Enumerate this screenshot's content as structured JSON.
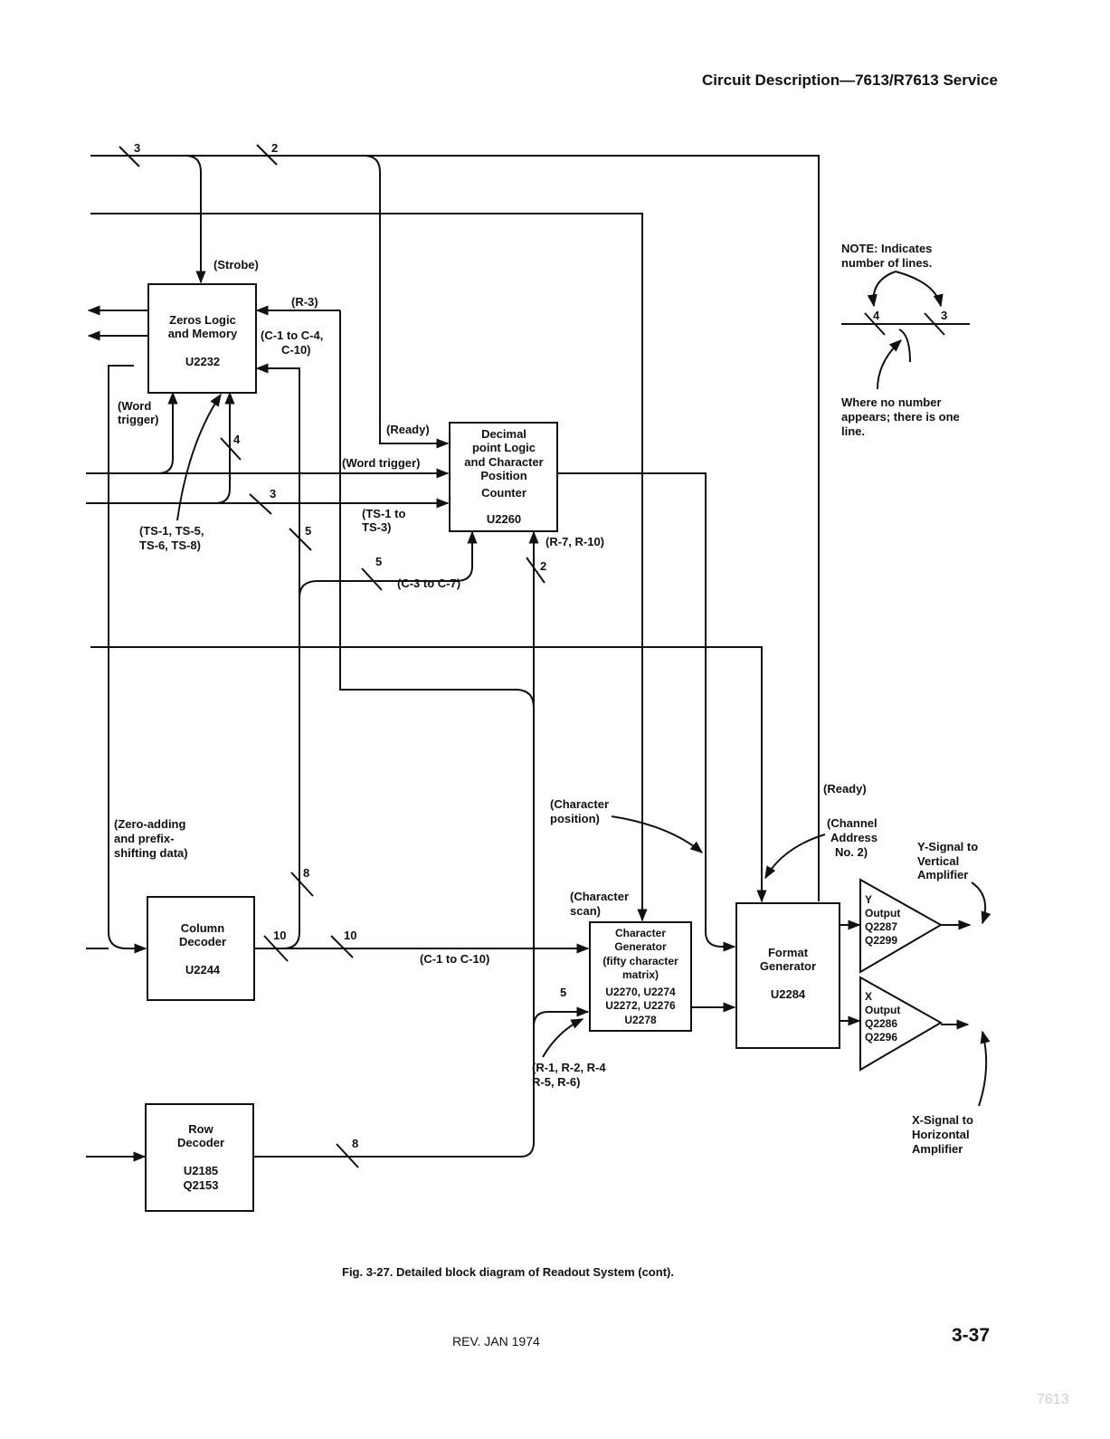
{
  "header": {
    "title": "Circuit Description—7613/R7613 Service"
  },
  "caption": "Fig. 3-27. Detailed block diagram of Readout System (cont).",
  "footer": {
    "revision": "REV. JAN 1974",
    "page_number": "3-37",
    "watermark": "7613"
  },
  "blocks": {
    "zeros": [
      "Zeros Logic",
      "and Memory",
      "",
      "U2232"
    ],
    "decimal": [
      "Decimal",
      "point Logic",
      "and Character",
      "Position",
      "Counter",
      "",
      "U2260"
    ],
    "column": [
      "Column",
      "Decoder",
      "",
      "U2244"
    ],
    "row": [
      "Row",
      "Decoder",
      "",
      "U2185",
      "Q2153"
    ],
    "chargen": [
      "Character",
      "Generator",
      "(fifty character",
      "matrix)",
      "U2270, U2274",
      "U2272, U2276",
      "U2278"
    ],
    "format": [
      "Format",
      "Generator",
      "",
      "U2284"
    ],
    "y_output": [
      "Y",
      "Output",
      "Q2287",
      "Q2299"
    ],
    "x_output": [
      "X",
      "Output",
      "Q2286",
      "Q2296"
    ]
  },
  "signals": {
    "strobe": "(Strobe)",
    "r3": "(R-3)",
    "c1_c4": [
      "(C-1 to C-4,",
      "C-10)"
    ],
    "word_trigger_left": [
      "(Word",
      "trigger)"
    ],
    "ready_top": "(Ready)",
    "word_trigger_mid": "(Word trigger)",
    "ts1_ts3": [
      "(TS-1 to",
      "TS-3)"
    ],
    "ts_list": [
      "(TS-1, TS-5,",
      "TS-6, TS-8)"
    ],
    "c3_c7": "(C-3 to C-7)",
    "r7_r10": "(R-7, R-10)",
    "zero_adding": [
      "(Zero-adding",
      "and prefix-",
      "shifting data)"
    ],
    "c1_c10": "(C-1 to C-10)",
    "char_position": [
      "(Character",
      "position)"
    ],
    "char_scan": [
      "(Character",
      "scan)"
    ],
    "ready_right": "(Ready)",
    "channel_address": [
      "(Channel",
      "Address",
      "No. 2)"
    ],
    "r_list": [
      "(R-1, R-2, R-4",
      "R-5, R-6)"
    ],
    "y_signal": [
      "Y-Signal to",
      "Vertical",
      "Amplifier"
    ],
    "x_signal": [
      "X-Signal to",
      "Horizontal",
      "Amplifier"
    ]
  },
  "line_counts": {
    "top_left": "3",
    "top_mid": "2",
    "zeros_in": "4",
    "ts_bus": "3",
    "left_bus": "5",
    "c3_bus": "5",
    "r7_bus": "2",
    "col_up": "8",
    "col_out_a": "10",
    "col_out_b": "10",
    "chargen_r": "5",
    "row_out": "8",
    "note_a": "4",
    "note_b": "3"
  },
  "note": {
    "title": "NOTE: Indicates",
    "line2": "number of lines.",
    "where": [
      "Where no number",
      "appears; there is one",
      "line."
    ]
  }
}
